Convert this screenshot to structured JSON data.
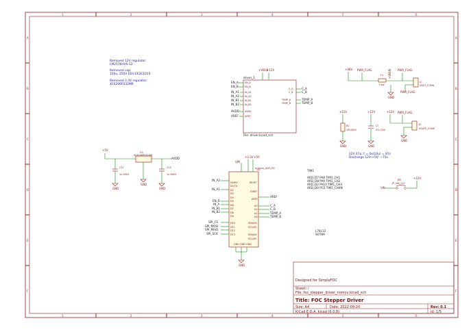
{
  "notes": {
    "n1": "Removed 12V regulator:",
    "n2": "LM2576HVS-12",
    "n3": "Removed cap:",
    "n4": "100u, 250V EEU-EE2E101S",
    "n5": "Removed 3.3V regulator:",
    "n6": "XC6206P332MR"
  },
  "driver_sheet": {
    "title": "driver_1",
    "file": "File: driver.kicad_sch",
    "left_pins": [
      "EN_A",
      "EN_B",
      "IN_A1",
      "IN_A2",
      "IN_B1",
      "IN_B2",
      "AVDD",
      "AREF"
    ],
    "inner_left": [
      "EN_A",
      "EN_B",
      "IN_A1",
      "IN_A2",
      "IN_B1",
      "IN_B2",
      "AVDD",
      "AREF"
    ],
    "inner_right": [
      "C_A",
      "C_B",
      "TEMP_A",
      "TEMP_B"
    ],
    "right_pins": [
      "C_A",
      "C_B",
      "TEMP_A",
      "TEMP_B"
    ],
    "power1": "+VBUS",
    "power2": "+12V"
  },
  "regulator": {
    "ref": "U3",
    "value": "XC6206P332MR",
    "in_net": "+5V",
    "out_net": "AVDD",
    "c1_ref": "C21",
    "c1_val": "1u 0603",
    "c2_ref": "C23",
    "c2_val": "1u 0603",
    "gnd": "GND"
  },
  "mcu": {
    "title": "Arduino_UNO_R3",
    "ref": "A1",
    "vin": "VIN",
    "v33": "+3.3V",
    "v5": "+5V",
    "left_nets": [
      "IN_A2",
      "IN_A1",
      "EN_B",
      "IN_A",
      "IN_B1",
      "IN_B2",
      "SPI_CS",
      "SPI_MOSI",
      "SPI_MISO",
      "SPI_SCK"
    ],
    "left_pins": [
      "D0/RX",
      "D1/TX",
      "D2",
      "D3",
      "D4",
      "D5",
      "D6",
      "D7",
      "D8",
      "D9",
      "D10",
      "D11",
      "D12",
      "D13"
    ],
    "right_pins": [
      "RESET",
      "IOREF",
      "AREF",
      "A0",
      "A1",
      "A2",
      "A3",
      "SDA/A4",
      "SCL/A5",
      "SDA/A4",
      "SCL/A5"
    ],
    "right_nets": [
      "AREF",
      "C_A",
      "C_B",
      "TEMP_A",
      "TEMP_B"
    ],
    "gnd_pins": [
      "GND",
      "GND",
      "GND"
    ],
    "gnd": "GND"
  },
  "timers": {
    "title": "TIM1",
    "rows": [
      "ARD_D7 PA8   TIM1_CH1",
      "ARD_D8 PA9   TIM1_CH2",
      "ARD_D2 PA10  TIM1_CH3",
      "ARD_D0 PC5   TIM1_CH4N"
    ]
  },
  "l78": {
    "l1": "L78L12",
    "l2": "SOT89"
  },
  "power_conn": {
    "v1": "+48V",
    "pf1": "PWR_FLAG",
    "f_ref": "F1",
    "f_val": "Fuse",
    "vbus": "+VBUS",
    "pf2": "PWR_FLAG",
    "j_ref": "J1",
    "j_name": "VBOT_CONN",
    "pf3": "PWR_FLAG",
    "gnd1": "GND"
  },
  "gate_conn": {
    "v1": "+12V",
    "r_ref": "R2",
    "r_val": "1M 0603",
    "v2": "+12V",
    "c_ref": "C7",
    "c_val": "47u 25V",
    "v3": "+12V",
    "pf": "PWR_FLAG",
    "j_ref": "J2",
    "j_name": "VGATE_CONN",
    "gnd": "GND",
    "note1": "12V 47u: t = 4x(10u) = 87s",
    "note2": "Discharge 12V->5V: ~75s"
  },
  "jumper": {
    "v": "+12V",
    "ref": "JP2",
    "name": "JP_VIN_12V",
    "vin": "VIN"
  },
  "frame": {
    "cols_top": [
      "1",
      "2",
      "3",
      "4",
      "5",
      "6"
    ],
    "rows_left": [
      "A",
      "B",
      "C",
      "D",
      "E",
      "F"
    ]
  },
  "title_block": {
    "designed": "Designed for SimpleFOC",
    "sheet": "Sheet: /",
    "file": "File: foc_stepper_driver_nomcu.kicad_sch",
    "title": "Title: FOC Stepper Driver",
    "size": "Size: A4",
    "date": "Date: 2022-09-20",
    "rev": "Rev: 0.1",
    "kicad": "KiCad E.D.A.  kicad (6.0.8)",
    "id": "Id: 1/5"
  }
}
